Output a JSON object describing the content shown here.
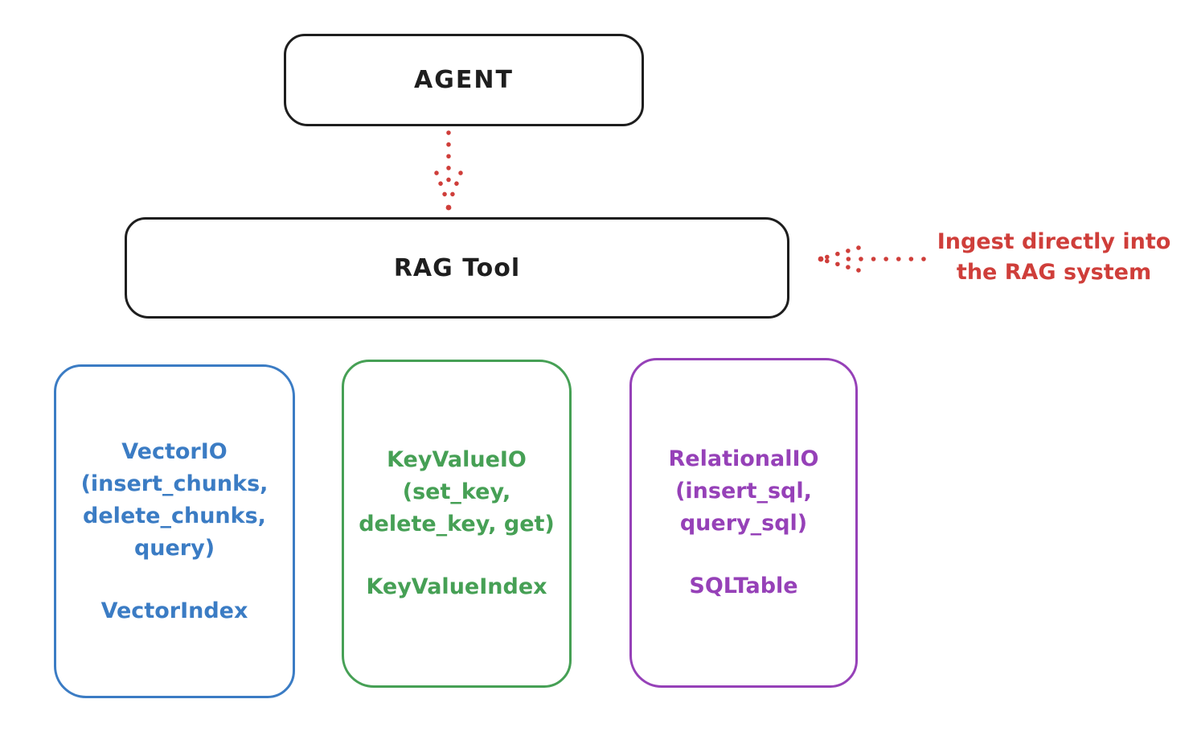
{
  "colors": {
    "ink": "#1e1e1e",
    "accent_red": "#cf3e3a",
    "backend_blue": "#3b7cc4",
    "backend_green": "#46a055",
    "backend_purple": "#9641b8"
  },
  "nodes": {
    "agent": {
      "label": "AGENT"
    },
    "rag_tool": {
      "label": "RAG Tool"
    }
  },
  "annotation": {
    "line1": "Ingest directly into",
    "line2": "the RAG system"
  },
  "arrows": [
    {
      "name": "agent-to-rag-tool",
      "style": "dotted",
      "color": "#cf3e3a",
      "direction": "down"
    },
    {
      "name": "annotation-to-rag-tool",
      "style": "dotted",
      "color": "#cf3e3a",
      "direction": "left"
    }
  ],
  "backends": [
    {
      "name": "VectorIO",
      "color": "#3b7cc4",
      "lines": [
        "VectorIO",
        "(insert_chunks,",
        "delete_chunks,",
        "query)"
      ],
      "index": "VectorIndex"
    },
    {
      "name": "KeyValueIO",
      "color": "#46a055",
      "lines": [
        "KeyValueIO",
        "(set_key,",
        "delete_key, get)"
      ],
      "index": "KeyValueIndex"
    },
    {
      "name": "RelationalIO",
      "color": "#9641b8",
      "lines": [
        "RelationalIO",
        "(insert_sql,",
        "query_sql)"
      ],
      "index": "SQLTable"
    }
  ]
}
